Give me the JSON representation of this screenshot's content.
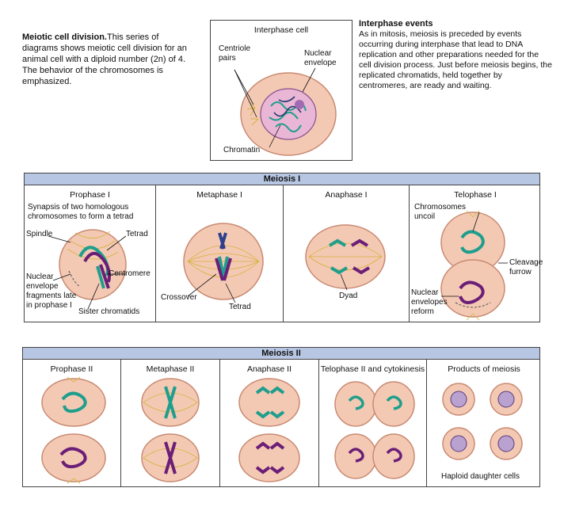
{
  "intro": {
    "title": "Meiotic cell division.",
    "text": "This series of diagrams shows meiotic cell division for an animal cell with a diploid number (2n) of 4. The behavior of the chromosomes is emphasized."
  },
  "interphase": {
    "caption": "Interphase cell",
    "labels": {
      "centriole": "Centriole pairs",
      "nuclear_envelope": "Nuclear envelope",
      "chromatin": "Chromatin"
    }
  },
  "events": {
    "heading": "Interphase events",
    "text": "As in mitosis, meiosis is preceded by events occurring during interphase that lead to DNA replication and other preparations needed for the cell division process. Just before meiosis begins, the replicated chromatids, held together by centromeres, are ready and waiting."
  },
  "meiosis1": {
    "title": "Meiosis I",
    "stages": [
      {
        "caption": "Prophase I"
      },
      {
        "caption": "Metaphase I"
      },
      {
        "caption": "Anaphase I"
      },
      {
        "caption": "Telophase I"
      }
    ],
    "labels": {
      "synapsis": "Synapsis of two homologous chromosomes to form a tetrad",
      "spindle": "Spindle",
      "tetrad": "Tetrad",
      "nuclear_fragments": "Nuclear envelope fragments late in prophase I",
      "centromere": "Centromere",
      "sister": "Sister chromatids",
      "crossover": "Crossover",
      "tetrad2": "Tetrad",
      "dyad": "Dyad",
      "uncoil": "Chromosomes uncoil",
      "cleavage": "Cleavage furrow",
      "reform": "Nuclear envelopes reform"
    }
  },
  "meiosis2": {
    "title": "Meiosis II",
    "stages": [
      {
        "caption": "Prophase II"
      },
      {
        "caption": "Metaphase II"
      },
      {
        "caption": "Anaphase II"
      },
      {
        "caption": "Telophase II and cytokinesis"
      },
      {
        "caption": "Products of meiosis"
      }
    ],
    "labels": {
      "haploid": "Haploid daughter cells"
    }
  },
  "colors": {
    "cytoplasm": "#f3c9b4",
    "cytoplasm_edge": "#c98a72",
    "teal": "#1f9e8c",
    "purple": "#6b1e77",
    "aster": "#d7b23a",
    "band": "#b7c6e3",
    "nucleus": "#e9b6d6"
  }
}
